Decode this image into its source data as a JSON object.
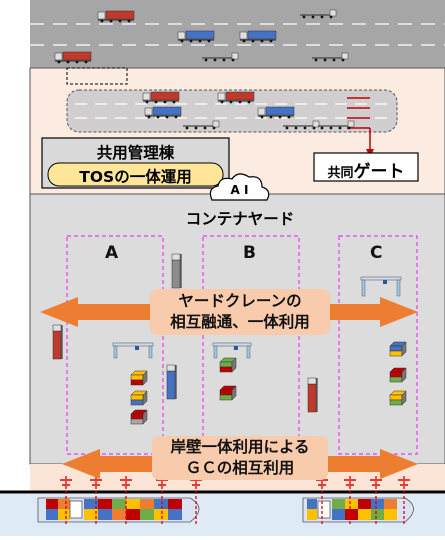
{
  "labels": {
    "admin_building": "共用管理棟",
    "tos": "TOSの一体運用",
    "gate_part1": "共同",
    "gate_part2": "ゲート",
    "cloud": "A I",
    "yard": "コンテナヤード",
    "block_a": "A",
    "block_b": "B",
    "block_c": "C",
    "yard_crane_line1": "ヤードクレーンの",
    "yard_crane_line2": "相互融通、一体利用",
    "quay_line1": "岸壁一体利用による",
    "quay_line2": "ＧＣの相互利用"
  },
  "colors": {
    "road": "#a6a6a6",
    "gate_area": "#fcebe0",
    "yard": "#dcdcdc",
    "apron": "#fbe5d6",
    "sea": "#deebf7",
    "block_border": "#e83cf0",
    "arrow": "#ed7d31",
    "banner": "#f8cbad",
    "gate_arrow": "#c00000",
    "tos_fill": "#ffe699"
  },
  "icons": {
    "truck": "truck-icon",
    "crane": "yard-crane-icon",
    "container_stack": "container-stack-icon",
    "ship": "container-ship-icon",
    "cloud": "cloud-icon"
  }
}
